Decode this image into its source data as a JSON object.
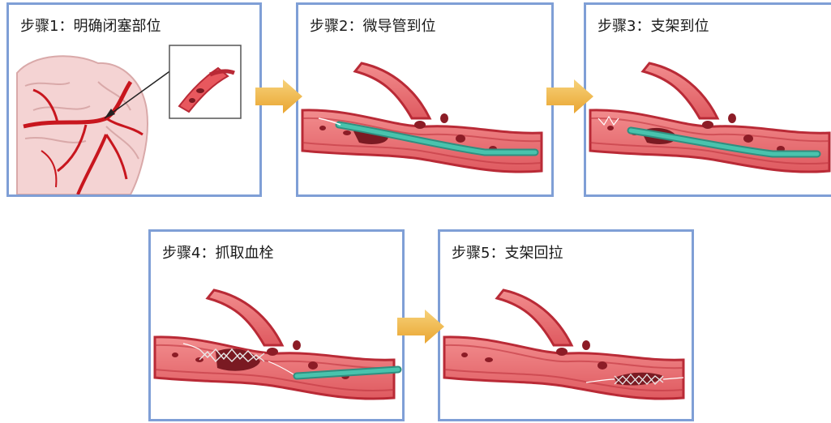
{
  "steps": [
    {
      "title": "步骤1：明确闭塞部位"
    },
    {
      "title": "步骤2：微导管到位"
    },
    {
      "title": "步骤3：支架到位"
    },
    {
      "title": "步骤4：抓取血栓"
    },
    {
      "title": "步骤5：支架回拉"
    }
  ],
  "colors": {
    "panel_border": "#7f9fd6",
    "vessel_wall": "#b92a36",
    "vessel_lumen": "#e86b6f",
    "clot": "#7a1a22",
    "catheter": "#3aa896",
    "arrow": "#f2b84a",
    "brain": "#f4d3d3"
  },
  "icons": [
    "brain-illustration",
    "magnified-vessel-inset",
    "microcatheter",
    "stent-retriever",
    "thrombus",
    "flow-arrow"
  ]
}
